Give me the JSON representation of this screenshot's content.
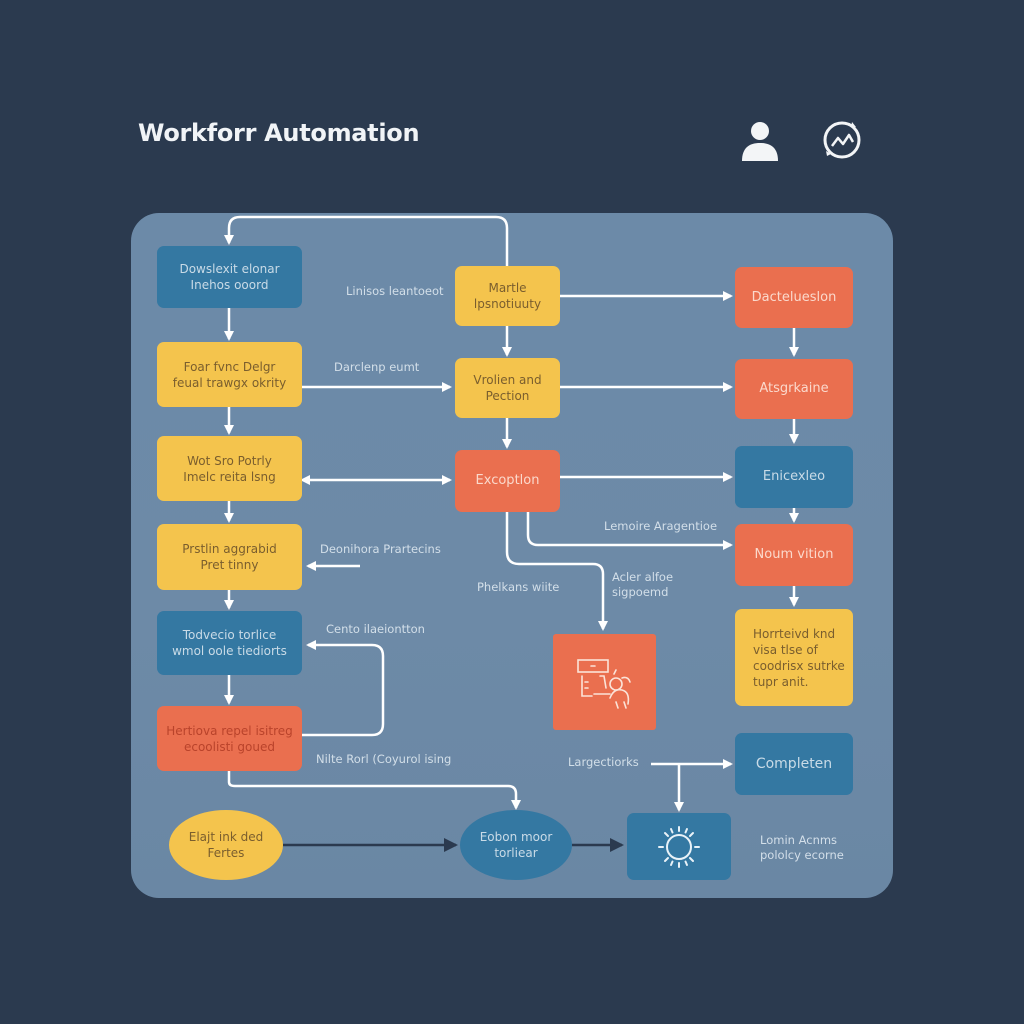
{
  "header": {
    "title": "Workforr Automation",
    "icons": [
      "user-icon",
      "analytics-chat-icon"
    ]
  },
  "colors": {
    "background": "#2b3a4f",
    "panel": "#6c8aa8",
    "blue": "#3478a2",
    "yellow": "#f4c44d",
    "orange": "#ea6f4f",
    "connector": "#ffffff",
    "dark_connector": "#2b3a4f"
  },
  "nodes": {
    "left": [
      {
        "lines": [
          "Dowslexit elonar",
          "Inehos ooord"
        ],
        "color": "blue"
      },
      {
        "lines": [
          "Foar fvnc Delgr",
          "feual trawgx okrity"
        ],
        "color": "yellow"
      },
      {
        "lines": [
          "Wot Sro Potrly",
          "Imelc reita lsng"
        ],
        "color": "yellow"
      },
      {
        "lines": [
          "Prstlin aggrabid",
          "Pret tinny"
        ],
        "color": "yellow"
      },
      {
        "lines": [
          "Todvecio torlice",
          "wmol oole tiediorts"
        ],
        "color": "blue"
      },
      {
        "lines": [
          "Hertiova repel isitreg",
          "ecoolisti goued"
        ],
        "color": "orange"
      }
    ],
    "middle": [
      {
        "lines": [
          "Martle",
          "lpsnotiuuty"
        ],
        "color": "yellow"
      },
      {
        "lines": [
          "Vrolien and",
          "Pection"
        ],
        "color": "yellow"
      },
      {
        "lines": [
          "Excoptlon"
        ],
        "color": "orange"
      },
      {
        "icon": "desk-worker-icon",
        "color": "orange"
      }
    ],
    "right": [
      {
        "lines": [
          "Dactelueslon"
        ],
        "color": "orange"
      },
      {
        "lines": [
          "Atsgrkaine"
        ],
        "color": "orange"
      },
      {
        "lines": [
          "Enicexleo"
        ],
        "color": "blue"
      },
      {
        "lines": [
          "Noum vition"
        ],
        "color": "orange"
      },
      {
        "lines": [
          "Horrteivd knd",
          "visa tlse of",
          "coodrisx sutrke",
          "tupr anit."
        ],
        "color": "yellow"
      },
      {
        "lines": [
          "Completen"
        ],
        "color": "blue"
      }
    ],
    "bottom": [
      {
        "lines": [
          "Elajt ink ded",
          "Fertes"
        ],
        "color": "yellow",
        "shape": "ellipse"
      },
      {
        "lines": [
          "Eobon moor",
          "torliear"
        ],
        "color": "blue",
        "shape": "ellipse"
      },
      {
        "icon": "sun-gear-icon",
        "color": "blue"
      }
    ]
  },
  "labels": [
    {
      "lines": [
        "Linisos leantoeot"
      ]
    },
    {
      "lines": [
        "Darclenp eumt"
      ]
    },
    {
      "lines": [
        "Deonihora Prartecins"
      ]
    },
    {
      "lines": [
        "Lemoire Aragentioe"
      ]
    },
    {
      "lines": [
        "Phelkans wiite"
      ]
    },
    {
      "lines": [
        "Acler alfoe",
        "sigpoemd"
      ]
    },
    {
      "lines": [
        "Cento ilaeiontton"
      ]
    },
    {
      "lines": [
        "Nilte Rorl (Coyurol ising"
      ]
    },
    {
      "lines": [
        "Largectiorks"
      ]
    },
    {
      "lines": [
        "Lomin Acnms",
        "pololcy ecorne"
      ]
    }
  ]
}
